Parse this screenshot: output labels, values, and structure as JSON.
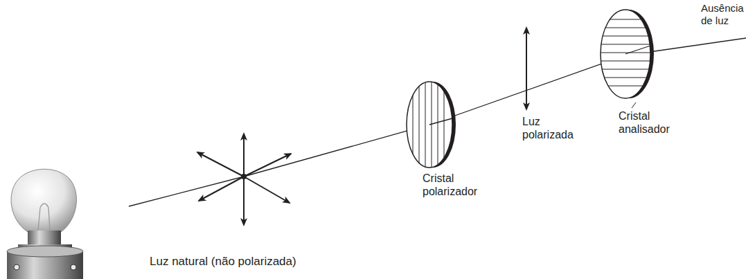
{
  "diagram": {
    "labels": [
      "Ausência de luz",
      "Cristal analisador",
      "Luz polarizada",
      "Cristal polarizador",
      "Luz natural (não polarizada)"
    ]
  }
}
